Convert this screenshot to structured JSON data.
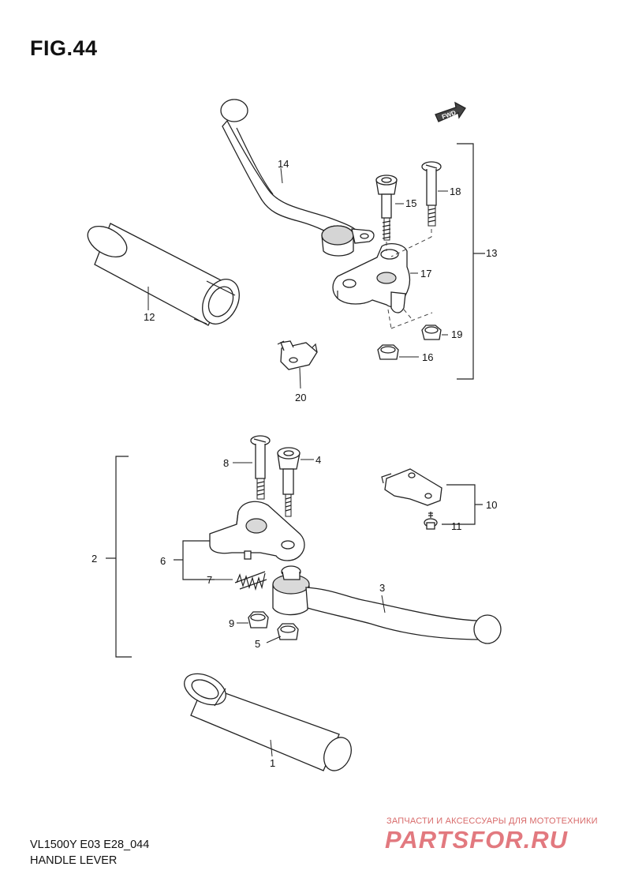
{
  "title": "FIG.44",
  "footer": {
    "model": "VL1500Y E03 E28_044",
    "name": "HANDLE LEVER"
  },
  "watermark": {
    "tagline": "ЗАПЧАСТИ И АКСЕССУАРЫ ДЛЯ МОТОТЕХНИКИ",
    "brand": "PARTSFOR.RU"
  },
  "fwd_label": "FWD",
  "callouts": {
    "c1": "1",
    "c2": "2",
    "c3": "3",
    "c4": "4",
    "c5": "5",
    "c6": "6",
    "c7": "7",
    "c8": "8",
    "c9": "9",
    "c10": "10",
    "c11": "11",
    "c12": "12",
    "c13": "13",
    "c14": "14",
    "c15": "15",
    "c16": "16",
    "c17": "17",
    "c18": "18",
    "c19": "19",
    "c20": "20"
  }
}
